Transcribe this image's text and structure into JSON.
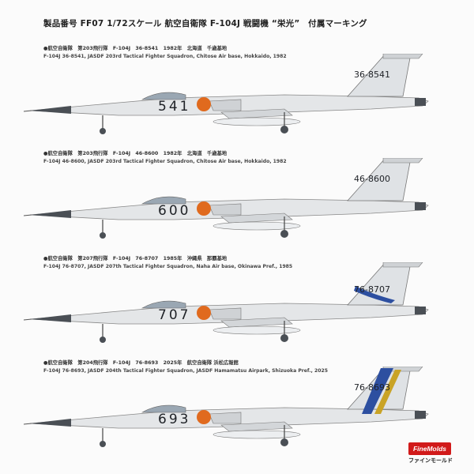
{
  "title": "製品番号 FF07 1/72スケール 航空自衛隊 F-104J 戦闘機 “栄光”　付属マーキング",
  "colors": {
    "fuselage": "#e4e6e8",
    "dark": "#4a4f55",
    "hinomaru": "#e06a1e",
    "blue": "#2d4fa0",
    "gold": "#c9a326"
  },
  "aircraft": [
    {
      "jp": "●航空自衛隊　第203飛行隊　F-104J　36-8541　1982年　北海道　千歳基地",
      "en": "F-104J  36-8541,  JASDF 203rd Tactical Fighter Squadron, Chitose Air base, Hokkaido,  1982",
      "nose_number": "541",
      "tail_code": "36-8541"
    },
    {
      "jp": "●航空自衛隊　第203飛行隊　F-104J　46-8600　1982年　北海道　千歳基地",
      "en": "F-104J  46-8600,  JASDF 203rd Tactical Fighter Squadron, Chitose Air base, Hokkaido,  1982",
      "nose_number": "600",
      "tail_code": "46-8600"
    },
    {
      "jp": "●航空自衛隊　第207飛行隊　F-104J　76-8707　1985年　沖縄県　那覇基地",
      "en": "F-104J  76-8707,  JASDF 207th Tactical Fighter Squadron, Naha Air base, Okinawa Pref.,  1985",
      "nose_number": "707",
      "tail_code": "76-8707"
    },
    {
      "jp": "●航空自衛隊　第204飛行隊　F-104J　76-8693　2025年　航空自衛隊 浜松広報館",
      "en": "F-104J  76-8693,  JASDF 204th Tactical Fighter Squadron, JASDF Hamamatsu Airpark, Shizuoka Pref.,  2025",
      "nose_number": "693",
      "tail_code": "76-8693"
    }
  ],
  "logo": {
    "brand": "FineMolds",
    "kana": "ファインモールド"
  }
}
